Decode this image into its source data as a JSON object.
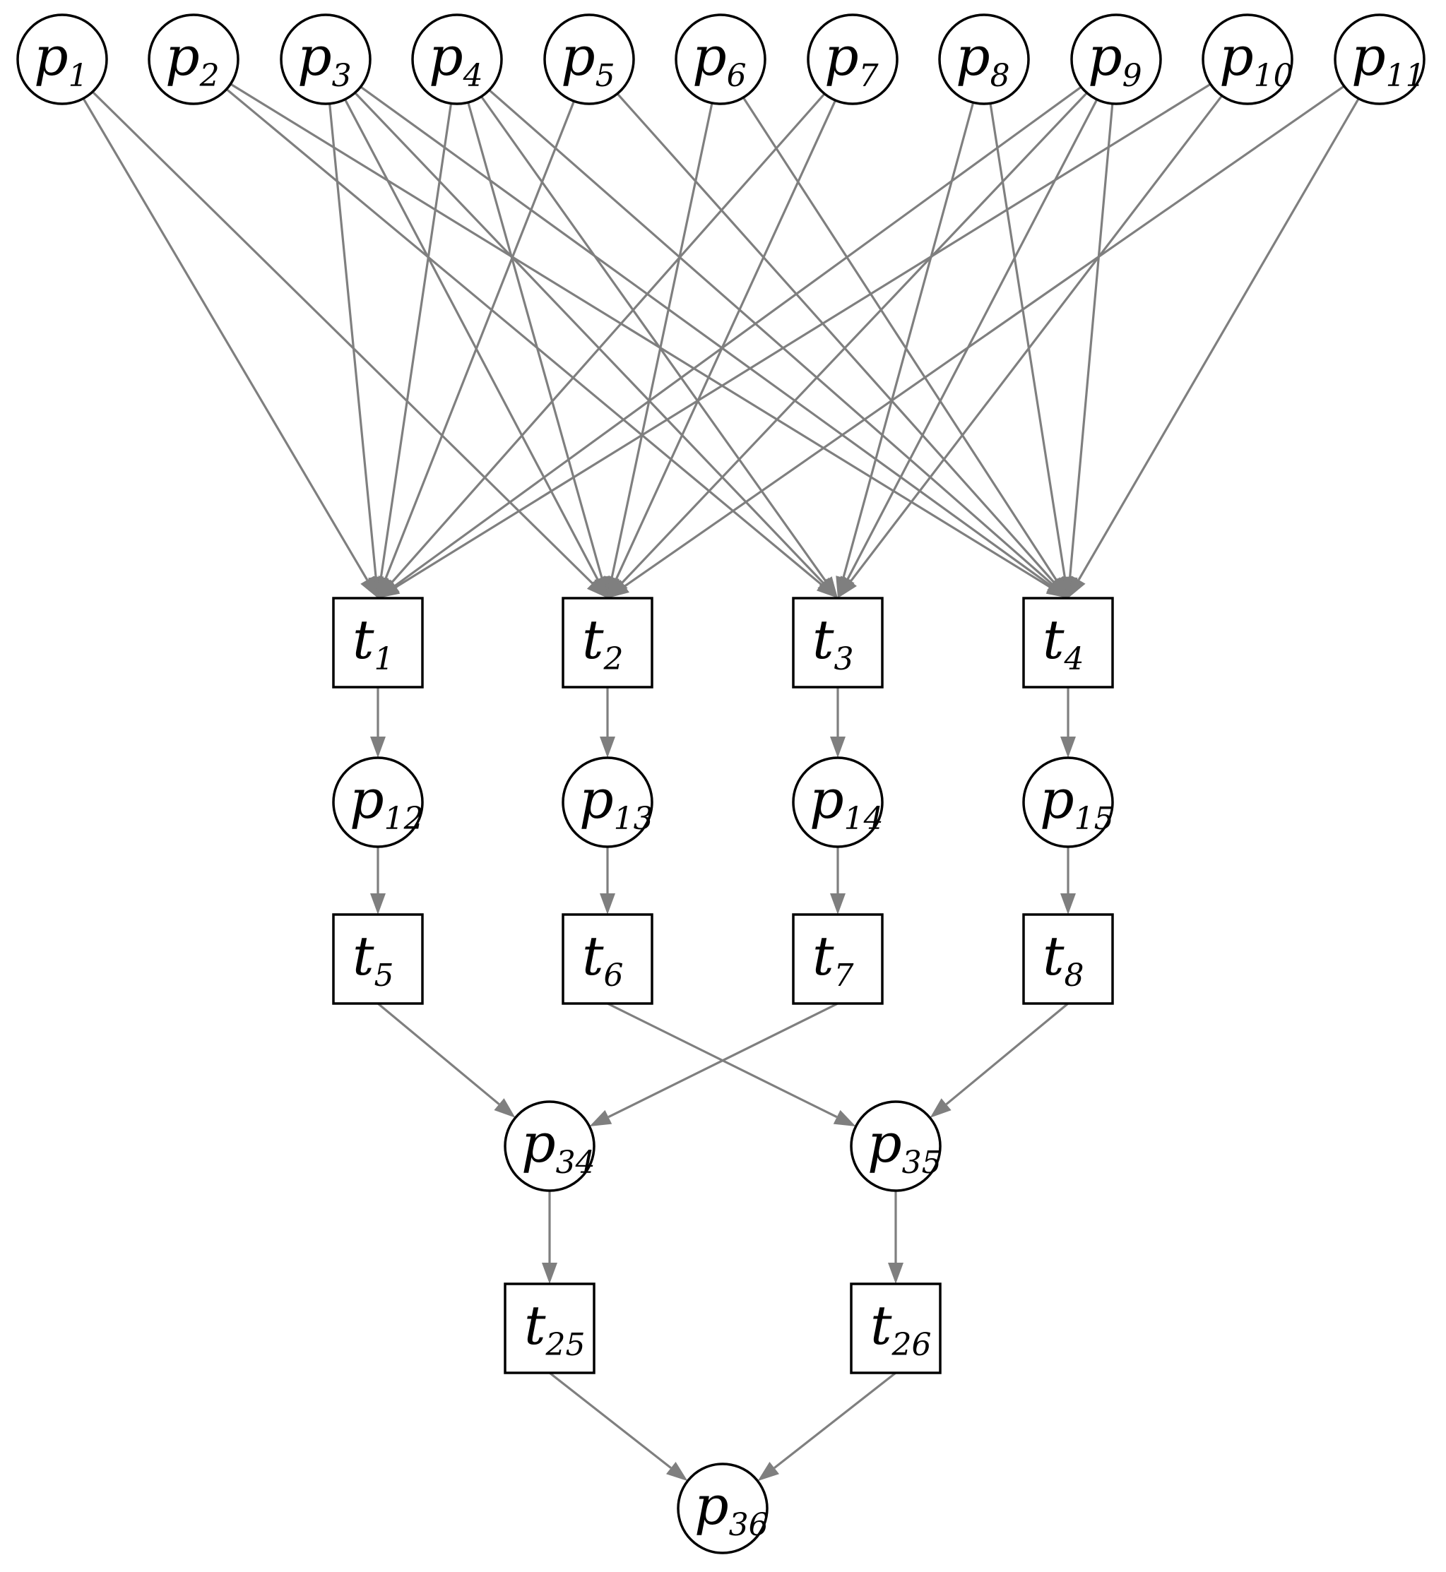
{
  "diagram": {
    "places": [
      {
        "id": "p1",
        "main": "p",
        "sub": "1"
      },
      {
        "id": "p2",
        "main": "p",
        "sub": "2"
      },
      {
        "id": "p3",
        "main": "p",
        "sub": "3"
      },
      {
        "id": "p4",
        "main": "p",
        "sub": "4"
      },
      {
        "id": "p5",
        "main": "p",
        "sub": "5"
      },
      {
        "id": "p6",
        "main": "p",
        "sub": "6"
      },
      {
        "id": "p7",
        "main": "p",
        "sub": "7"
      },
      {
        "id": "p8",
        "main": "p",
        "sub": "8"
      },
      {
        "id": "p9",
        "main": "p",
        "sub": "9"
      },
      {
        "id": "p10",
        "main": "p",
        "sub": "10"
      },
      {
        "id": "p11",
        "main": "p",
        "sub": "11"
      },
      {
        "id": "p12",
        "main": "p",
        "sub": "12"
      },
      {
        "id": "p13",
        "main": "p",
        "sub": "13"
      },
      {
        "id": "p14",
        "main": "p",
        "sub": "14"
      },
      {
        "id": "p15",
        "main": "p",
        "sub": "15"
      },
      {
        "id": "p34",
        "main": "p",
        "sub": "34"
      },
      {
        "id": "p35",
        "main": "p",
        "sub": "35"
      },
      {
        "id": "p36",
        "main": "p",
        "sub": "36"
      }
    ],
    "transitions": [
      {
        "id": "t1",
        "main": "t",
        "sub": "1"
      },
      {
        "id": "t2",
        "main": "t",
        "sub": "2"
      },
      {
        "id": "t3",
        "main": "t",
        "sub": "3"
      },
      {
        "id": "t4",
        "main": "t",
        "sub": "4"
      },
      {
        "id": "t5",
        "main": "t",
        "sub": "5"
      },
      {
        "id": "t6",
        "main": "t",
        "sub": "6"
      },
      {
        "id": "t7",
        "main": "t",
        "sub": "7"
      },
      {
        "id": "t8",
        "main": "t",
        "sub": "8"
      },
      {
        "id": "t25",
        "main": "t",
        "sub": "25"
      },
      {
        "id": "t26",
        "main": "t",
        "sub": "26"
      }
    ],
    "arcs": [
      [
        "p1",
        "t1"
      ],
      [
        "p1",
        "t2"
      ],
      [
        "p2",
        "t3"
      ],
      [
        "p2",
        "t4"
      ],
      [
        "p3",
        "t1"
      ],
      [
        "p3",
        "t2"
      ],
      [
        "p3",
        "t3"
      ],
      [
        "p3",
        "t4"
      ],
      [
        "p4",
        "t1"
      ],
      [
        "p4",
        "t2"
      ],
      [
        "p4",
        "t3"
      ],
      [
        "p4",
        "t4"
      ],
      [
        "p5",
        "t1"
      ],
      [
        "p5",
        "t4"
      ],
      [
        "p6",
        "t2"
      ],
      [
        "p6",
        "t4"
      ],
      [
        "p7",
        "t1"
      ],
      [
        "p7",
        "t2"
      ],
      [
        "p8",
        "t3"
      ],
      [
        "p8",
        "t4"
      ],
      [
        "p9",
        "t1"
      ],
      [
        "p9",
        "t2"
      ],
      [
        "p9",
        "t3"
      ],
      [
        "p9",
        "t4"
      ],
      [
        "p10",
        "t1"
      ],
      [
        "p10",
        "t3"
      ],
      [
        "p11",
        "t2"
      ],
      [
        "p11",
        "t4"
      ],
      [
        "t1",
        "p12"
      ],
      [
        "t2",
        "p13"
      ],
      [
        "t3",
        "p14"
      ],
      [
        "t4",
        "p15"
      ],
      [
        "p12",
        "t5"
      ],
      [
        "p13",
        "t6"
      ],
      [
        "p14",
        "t7"
      ],
      [
        "p15",
        "t8"
      ],
      [
        "t5",
        "p34"
      ],
      [
        "t7",
        "p34"
      ],
      [
        "t6",
        "p35"
      ],
      [
        "t8",
        "p35"
      ],
      [
        "p34",
        "t25"
      ],
      [
        "p35",
        "t26"
      ],
      [
        "t25",
        "p36"
      ],
      [
        "t26",
        "p36"
      ]
    ],
    "colors": {
      "arc": "#7f7f7f",
      "node_stroke": "#000000",
      "background": "#ffffff"
    }
  }
}
